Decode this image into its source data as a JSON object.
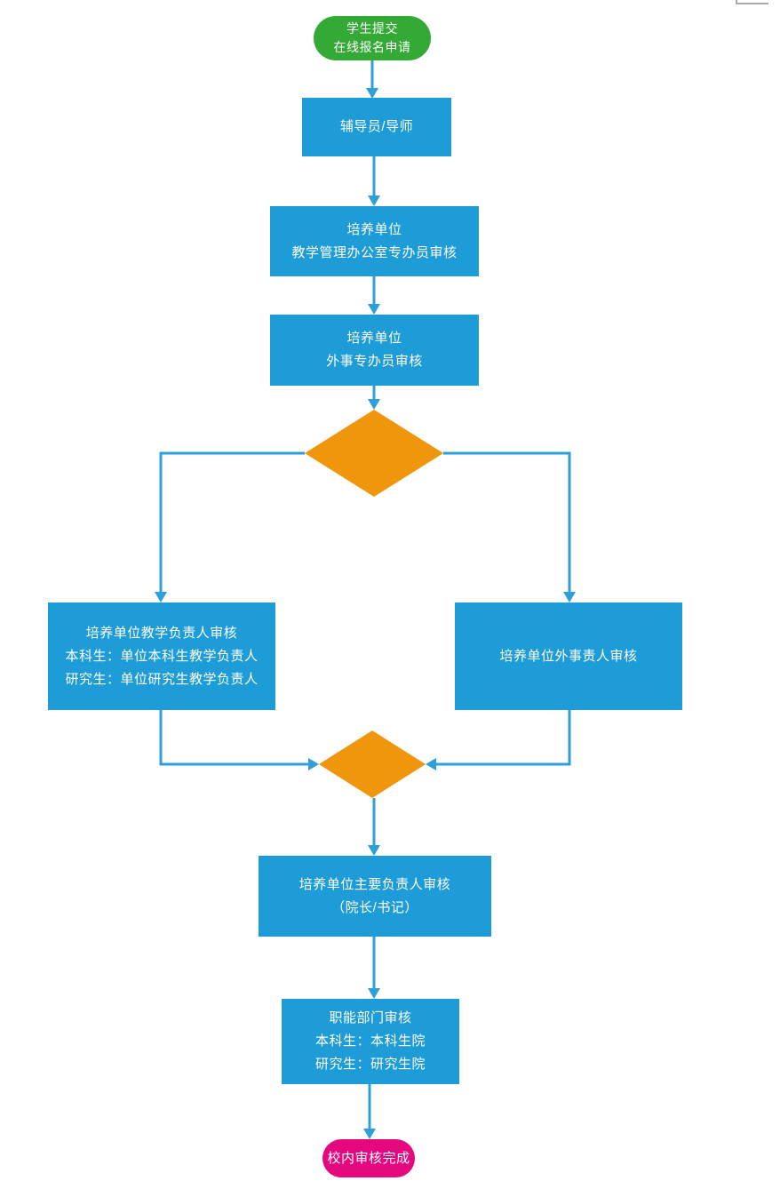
{
  "nodes": {
    "start": {
      "shape": "terminator",
      "color": "#35A936",
      "lines": [
        "学生提交",
        "在线报名申请"
      ]
    },
    "counselor": {
      "shape": "process",
      "color": "#1E9CD7",
      "lines": [
        "辅导员/导师"
      ]
    },
    "teachingOffice": {
      "shape": "process",
      "color": "#1E9CD7",
      "lines": [
        "培养单位",
        "教学管理办公室专办员审核"
      ]
    },
    "foreignOfficer": {
      "shape": "process",
      "color": "#1E9CD7",
      "lines": [
        "培养单位",
        "外事专办员审核"
      ]
    },
    "decisionSplit": {
      "shape": "decision",
      "color": "#F0960D",
      "lines": []
    },
    "teachingLead": {
      "shape": "process",
      "color": "#1E9CD7",
      "lines": [
        "培养单位教学负责人审核",
        "本科生：单位本科生教学负责人",
        "研究生：单位研究生教学负责人"
      ]
    },
    "foreignLead": {
      "shape": "process",
      "color": "#1E9CD7",
      "lines": [
        "培养单位外事责人审核"
      ]
    },
    "decisionMerge": {
      "shape": "decision",
      "color": "#F0960D",
      "lines": []
    },
    "mainLead": {
      "shape": "process",
      "color": "#1E9CD7",
      "lines": [
        "培养单位主要负责人审核",
        "（院长/书记）"
      ]
    },
    "functionalDept": {
      "shape": "process",
      "color": "#1E9CD7",
      "lines": [
        "职能部门审核",
        "本科生：本科生院",
        "研究生：研究生院"
      ]
    },
    "end": {
      "shape": "terminator",
      "color": "#E5077E",
      "lines": [
        "校内审核完成"
      ]
    }
  },
  "colors": {
    "process_fill": "#1E9CD7",
    "decision_fill": "#F0960D",
    "start_fill": "#35A936",
    "end_fill": "#E5077E",
    "connector": "#2E9FD9",
    "text": "#FFFFFF",
    "crop_artifact": "#ABABAB"
  }
}
